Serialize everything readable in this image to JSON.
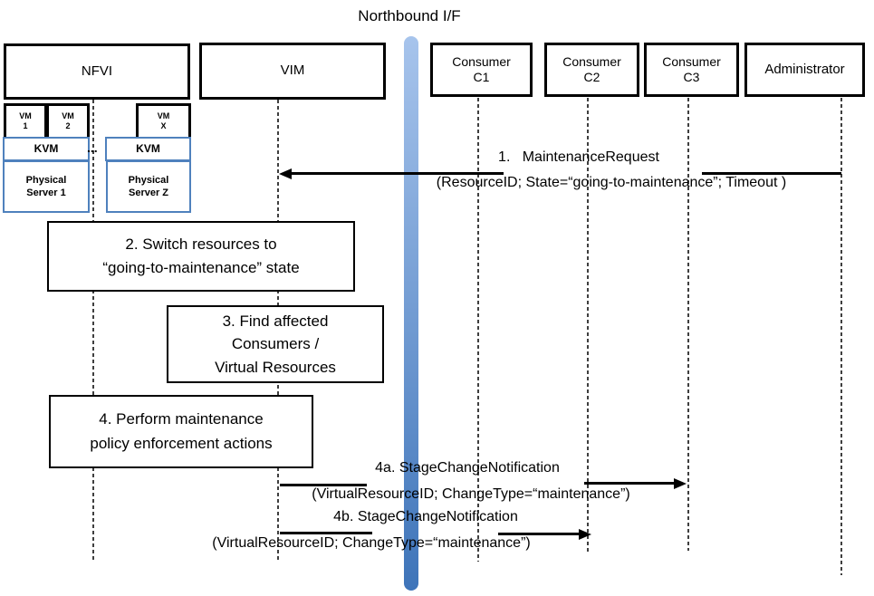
{
  "title": "Northbound I/F",
  "colors": {
    "accent_blue": "#4F81BD",
    "bar_gradient_top": "#A7C4EC",
    "bar_gradient_bottom": "#3E74B9",
    "line_black": "#000000",
    "lifeline_gray": "#3f3f3f"
  },
  "actors": {
    "nfvi": "NFVI",
    "vim": "VIM",
    "c1": {
      "line1": "Consumer",
      "line2": "C1"
    },
    "c2": {
      "line1": "Consumer",
      "line2": "C2"
    },
    "c3": {
      "line1": "Consumer",
      "line2": "C3"
    },
    "admin": "Administrator"
  },
  "nfvi_stack": {
    "vm1": {
      "line1": "VM",
      "line2": "1"
    },
    "vm2": {
      "line1": "VM",
      "line2": "2"
    },
    "vmx": {
      "line1": "VM",
      "line2": "X"
    },
    "kvm1": "KVM",
    "kvm2": "KVM",
    "dots": "...",
    "ps1": {
      "line1": "Physical",
      "line2": "Server 1"
    },
    "psz": {
      "line1": "Physical",
      "line2": "Server Z"
    }
  },
  "messages": {
    "m1": {
      "label": "1.   MaintenanceRequest",
      "params": "(ResourceID; State=“going-to-maintenance”; Timeout )"
    },
    "m4a": {
      "label": "4a. StageChangeNotification",
      "params": "(VirtualResourceID; ChangeType=“maintenance”)"
    },
    "m4b": {
      "label": "4b. StageChangeNotification",
      "params": "(VirtualResourceID; ChangeType=“maintenance”)"
    }
  },
  "steps": {
    "s2": {
      "line1": "2. Switch resources to",
      "line2": "“going-to-maintenance” state"
    },
    "s3": {
      "line1": "3. Find affected",
      "line2": "Consumers /",
      "line3": "Virtual Resources"
    },
    "s4": {
      "line1": "4. Perform maintenance",
      "line2": "policy enforcement actions"
    }
  }
}
